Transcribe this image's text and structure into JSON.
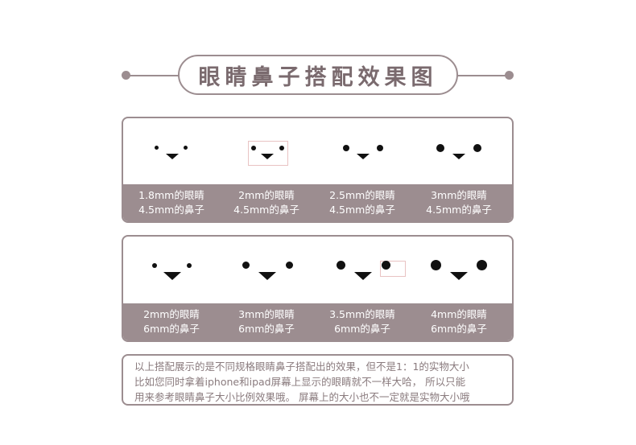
{
  "header": {
    "title": "眼睛鼻子搭配效果图"
  },
  "panel1": {
    "items": [
      {
        "eye": "1.8mm的眼睛",
        "nose": "4.5mm的鼻子"
      },
      {
        "eye": "2mm的眼睛",
        "nose": "4.5mm的鼻子"
      },
      {
        "eye": "2.5mm的眼睛",
        "nose": "4.5mm的鼻子"
      },
      {
        "eye": "3mm的眼睛",
        "nose": "4.5mm的鼻子"
      }
    ]
  },
  "panel2": {
    "items": [
      {
        "eye": "2mm的眼睛",
        "nose": "6mm的鼻子"
      },
      {
        "eye": "3mm的眼睛",
        "nose": "6mm的鼻子"
      },
      {
        "eye": "3.5mm的眼睛",
        "nose": "6mm的鼻子"
      },
      {
        "eye": "4mm的眼睛",
        "nose": "6mm的鼻子"
      }
    ]
  },
  "note": {
    "lines": [
      "以上搭配展示的是不同规格眼睛鼻子搭配出的效果，但不是1：1的实物大小",
      "比如您同时拿着iphone和ipad屏幕上显示的眼睛就不一样大哈，  所以只能",
      "用来参考眼睛鼻子大小比例效果哦。 屏幕上的大小也不一定就是实物大小哦"
    ]
  },
  "colors": {
    "accent": "#9c8d90",
    "text": "#7a6a6e",
    "feature": "#111111"
  }
}
